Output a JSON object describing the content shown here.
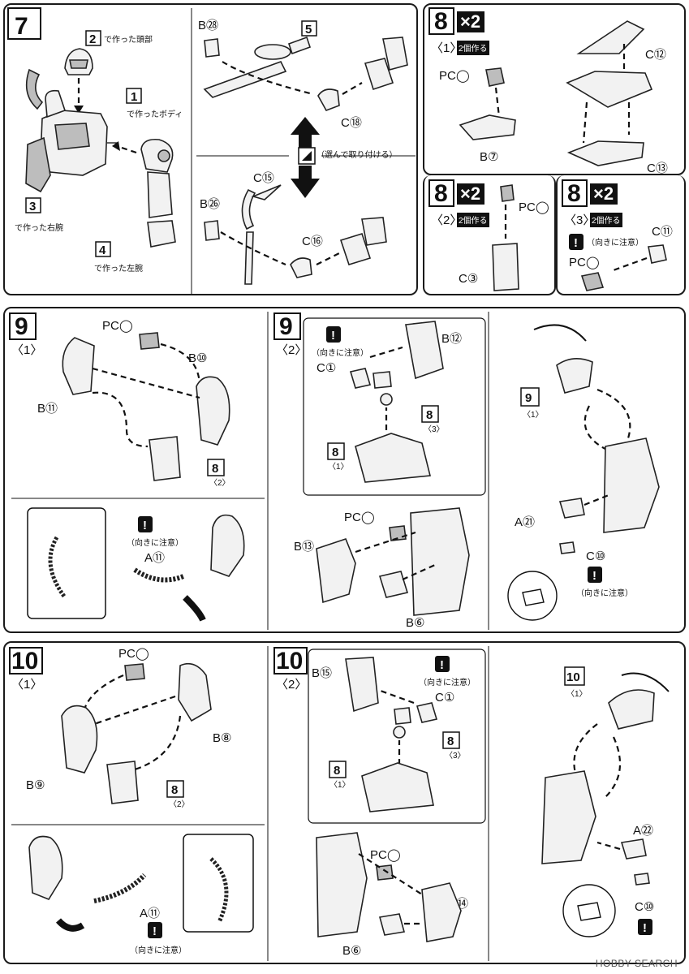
{
  "watermark": "HOBBY SEARCH",
  "step7": {
    "number": "7",
    "label_2": "2",
    "label_2_text": "で作った頭部",
    "label_1": "1",
    "label_1_text": "で作ったボディ",
    "label_3": "3",
    "label_3_text": "で作った右腕",
    "label_4": "4",
    "label_4_text": "で作った左腕",
    "b28": "B㉘",
    "label_5": "5",
    "c18": "C⑱",
    "swap_text": "（選んで取り付ける）",
    "c15": "C⑮",
    "b26": "B㉖",
    "c16": "C⑯"
  },
  "step8_1": {
    "number": "8",
    "qty": "×2",
    "sub": "〈1〉",
    "note": "2個作る",
    "pcc": "PC◯",
    "b7": "B⑦",
    "c12": "C⑫",
    "c13": "C⑬"
  },
  "step8_2": {
    "number": "8",
    "qty": "×2",
    "sub": "〈2〉",
    "note": "2個作る",
    "pcj": "PC◯",
    "c3": "C③"
  },
  "step8_3": {
    "number": "8",
    "qty": "×2",
    "sub": "〈3〉",
    "note": "2個作る",
    "caution": "（向きに注意）",
    "pci": "PC◯",
    "c11": "C⑪"
  },
  "step9_1": {
    "number": "9",
    "sub": "〈1〉",
    "pcb": "PC◯",
    "b10": "B⑩",
    "b11": "B⑪",
    "ref": "8",
    "ref_sub": "〈2〉",
    "caution": "（向きに注意）",
    "a11": "A⑪"
  },
  "step9_2": {
    "number": "9",
    "sub": "〈2〉",
    "caution": "（向きに注意）",
    "c1": "C①",
    "b12": "B⑫",
    "ref1": "8",
    "ref1_sub": "〈3〉",
    "ref2": "8",
    "ref2_sub": "〈1〉",
    "pcf": "PC◯",
    "b13": "B⑬",
    "b6": "B⑥",
    "ref3": "9",
    "ref3_sub": "〈1〉",
    "a21": "A㉑",
    "c10": "C⑩",
    "caution2": "（向きに注意）"
  },
  "step10_1": {
    "number": "10",
    "sub": "〈1〉",
    "pcb": "PC◯",
    "b9": "B⑨",
    "b8": "B⑧",
    "ref": "8",
    "ref_sub": "〈2〉",
    "a11": "A⑪",
    "caution": "（向きに注意）"
  },
  "step10_2": {
    "number": "10",
    "sub": "〈2〉",
    "b15": "B⑮",
    "caution": "（向きに注意）",
    "c1": "C①",
    "ref1": "8",
    "ref1_sub": "〈3〉",
    "ref2": "8",
    "ref2_sub": "〈1〉",
    "pcf": "PC◯",
    "b14": "B⑭",
    "b6": "B⑥",
    "ref3": "10",
    "ref3_sub": "〈1〉",
    "a22": "A㉒",
    "c10": "C⑩"
  }
}
